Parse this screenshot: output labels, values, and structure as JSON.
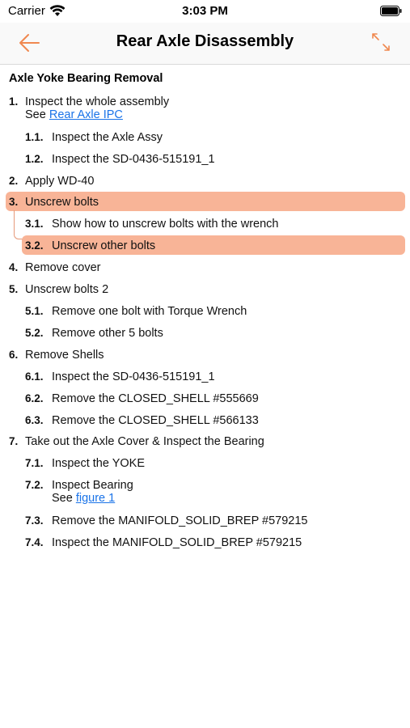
{
  "status": {
    "carrier": "Carrier",
    "time": "3:03 PM"
  },
  "nav": {
    "title": "Rear Axle Disassembly",
    "back_icon": "arrow-left-icon",
    "expand_icon": "expand-arrows-icon",
    "accent_color": "#f0884f"
  },
  "section": {
    "title": "Axle Yoke Bearing Removal"
  },
  "highlight_color": "#f8b497",
  "link_color": "#1a73e8",
  "steps": {
    "s1": {
      "num": "1.",
      "text": "Inspect the whole assembly",
      "see": "See ",
      "link": "Rear Axle IPC"
    },
    "s1_1": {
      "num": "1.1.",
      "text": "Inspect the Axle Assy"
    },
    "s1_2": {
      "num": "1.2.",
      "text": "Inspect the SD-0436-515191_1"
    },
    "s2": {
      "num": "2.",
      "text": "Apply WD-40"
    },
    "s3": {
      "num": "3.",
      "text": "Unscrew bolts"
    },
    "s3_1": {
      "num": "3.1.",
      "text": "Show how to unscrew bolts with the wrench"
    },
    "s3_2": {
      "num": "3.2.",
      "text": "Unscrew other bolts"
    },
    "s4": {
      "num": "4.",
      "text": "Remove cover"
    },
    "s5": {
      "num": "5.",
      "text": "Unscrew bolts 2"
    },
    "s5_1": {
      "num": "5.1.",
      "text": "Remove one bolt with Torque Wrench"
    },
    "s5_2": {
      "num": "5.2.",
      "text": "Remove other 5 bolts"
    },
    "s6": {
      "num": "6.",
      "text": "Remove Shells"
    },
    "s6_1": {
      "num": "6.1.",
      "text": "Inspect the SD-0436-515191_1"
    },
    "s6_2": {
      "num": "6.2.",
      "text": "Remove the CLOSED_SHELL #555669"
    },
    "s6_3": {
      "num": "6.3.",
      "text": "Remove the CLOSED_SHELL #566133"
    },
    "s7": {
      "num": "7.",
      "text": "Take out the Axle Cover & Inspect the Bearing"
    },
    "s7_1": {
      "num": "7.1.",
      "text": "Inspect the YOKE"
    },
    "s7_2": {
      "num": "7.2.",
      "text": "Inspect Bearing",
      "see": "See ",
      "link": "figure 1"
    },
    "s7_3": {
      "num": "7.3.",
      "text": "Remove the MANIFOLD_SOLID_BREP #579215"
    },
    "s7_4": {
      "num": "7.4.",
      "text": "Inspect the MANIFOLD_SOLID_BREP #579215"
    }
  }
}
